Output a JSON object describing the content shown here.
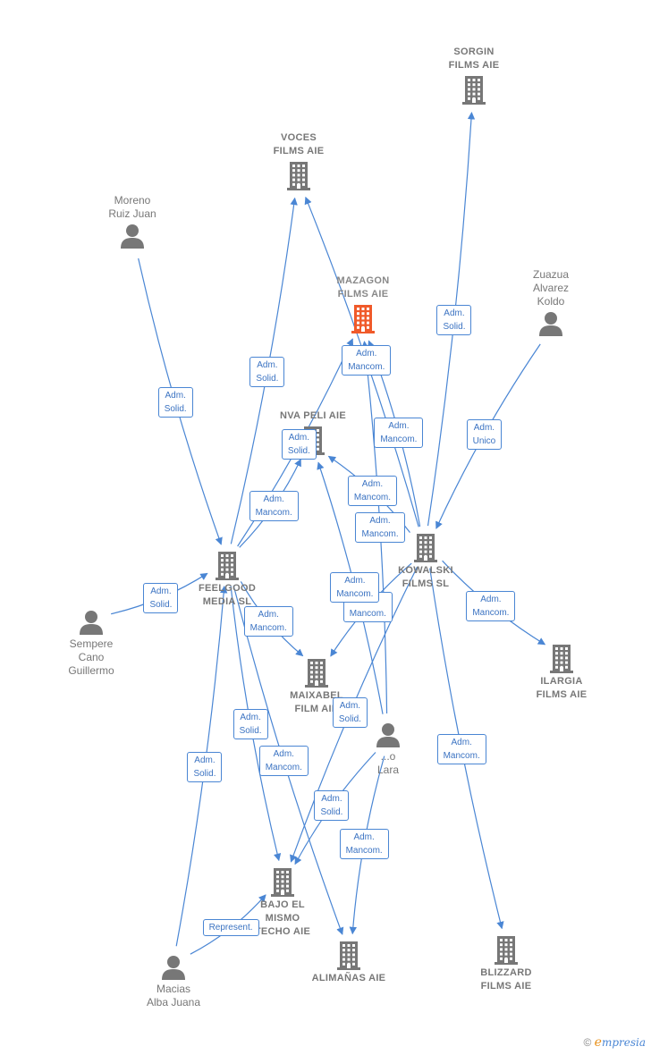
{
  "colors": {
    "edge": "#4a86d4",
    "company": "#777777",
    "main_company": "#f05a2a",
    "person": "#777777"
  },
  "nodes": [
    {
      "id": "sorgin",
      "kind": "company",
      "label": "SORGIN\nFILMS AIE"
    },
    {
      "id": "voces",
      "kind": "company",
      "label": "VOCES\nFILMS AIE"
    },
    {
      "id": "moreno",
      "kind": "person",
      "label": "Moreno\nRuiz Juan"
    },
    {
      "id": "mazagon",
      "kind": "main",
      "label": "MAZAGON\nFILMS AIE"
    },
    {
      "id": "zuazua",
      "kind": "person",
      "label": "Zuazua\nAlvarez\nKoldo"
    },
    {
      "id": "nvapeli",
      "kind": "company",
      "label": "NVA PELI AIE"
    },
    {
      "id": "kowalski",
      "kind": "company",
      "label": "KOWALSKI\nFILMS SL"
    },
    {
      "id": "feelgood",
      "kind": "company",
      "label": "FEELGOOD\nMEDIA SL"
    },
    {
      "id": "sempere",
      "kind": "person",
      "label": "Sempere\nCano\nGuillermo"
    },
    {
      "id": "ilargia",
      "kind": "company",
      "label": "ILARGIA\nFILMS AIE"
    },
    {
      "id": "maixabel",
      "kind": "company",
      "label": "MAIXABEL\nFILM AIE"
    },
    {
      "id": "lara",
      "kind": "person",
      "label": "...o\nLara"
    },
    {
      "id": "bajo",
      "kind": "company",
      "label": "BAJO EL\nMISMO\nTECHO AIE"
    },
    {
      "id": "alimanas",
      "kind": "company",
      "label": "ALIMAÑAS AIE"
    },
    {
      "id": "blizzard",
      "kind": "company",
      "label": "BLIZZARD\nFILMS AIE"
    },
    {
      "id": "macias",
      "kind": "person",
      "label": "Macias\nAlba Juana"
    }
  ],
  "edges": [
    {
      "from": "moreno",
      "to": "feelgood",
      "label": "Adm.\nSolid."
    },
    {
      "from": "feelgood",
      "to": "voces",
      "label": "Adm.\nSolid."
    },
    {
      "from": "sempere",
      "to": "feelgood",
      "label": "Adm.\nSolid."
    },
    {
      "from": "feelgood",
      "to": "nvapeli",
      "label": "Adm.\nMancom."
    },
    {
      "from": "feelgood",
      "to": "mazagon",
      "label": "Adm.\nSolid."
    },
    {
      "from": "feelgood",
      "to": "maixabel",
      "label": "Adm.\nMancom."
    },
    {
      "from": "feelgood",
      "to": "bajo",
      "label": "Adm.\nSolid."
    },
    {
      "from": "feelgood",
      "to": "alimanas",
      "label": "Adm.\nMancom."
    },
    {
      "from": "macias",
      "to": "feelgood",
      "label": "Adm.\nSolid."
    },
    {
      "from": "macias",
      "to": "bajo",
      "label": "Represent."
    },
    {
      "from": "kowalski",
      "to": "sorgin",
      "label": "Adm.\nSolid."
    },
    {
      "from": "zuazua",
      "to": "kowalski",
      "label": "Adm.\nUnico"
    },
    {
      "from": "kowalski",
      "to": "voces",
      "label": "Adm.\nMancom."
    },
    {
      "from": "kowalski",
      "to": "mazagon",
      "label": "Adm.\nMancom."
    },
    {
      "from": "kowalski",
      "to": "nvapeli",
      "label": "Adm.\nMancom."
    },
    {
      "from": "kowalski",
      "to": "maixabel",
      "label": "Adm.\nMancom."
    },
    {
      "from": "kowalski",
      "to": "ilargia",
      "label": "Adm.\nMancom."
    },
    {
      "from": "kowalski",
      "to": "bajo",
      "label": "Adm.\nSolid."
    },
    {
      "from": "kowalski",
      "to": "blizzard",
      "label": "Adm.\nMancom."
    },
    {
      "from": "lara",
      "to": "mazagon",
      "label": "Adm.\nMancom."
    },
    {
      "from": "lara",
      "to": "nvapeli",
      "label": "Adm.\nMancom."
    },
    {
      "from": "lara",
      "to": "alimanas",
      "label": "Adm.\nMancom."
    },
    {
      "from": "lara",
      "to": "bajo",
      "label": "Adm.\nSolid."
    }
  ],
  "brand": {
    "symbol": "©",
    "first": "e",
    "rest": "mpresia"
  }
}
